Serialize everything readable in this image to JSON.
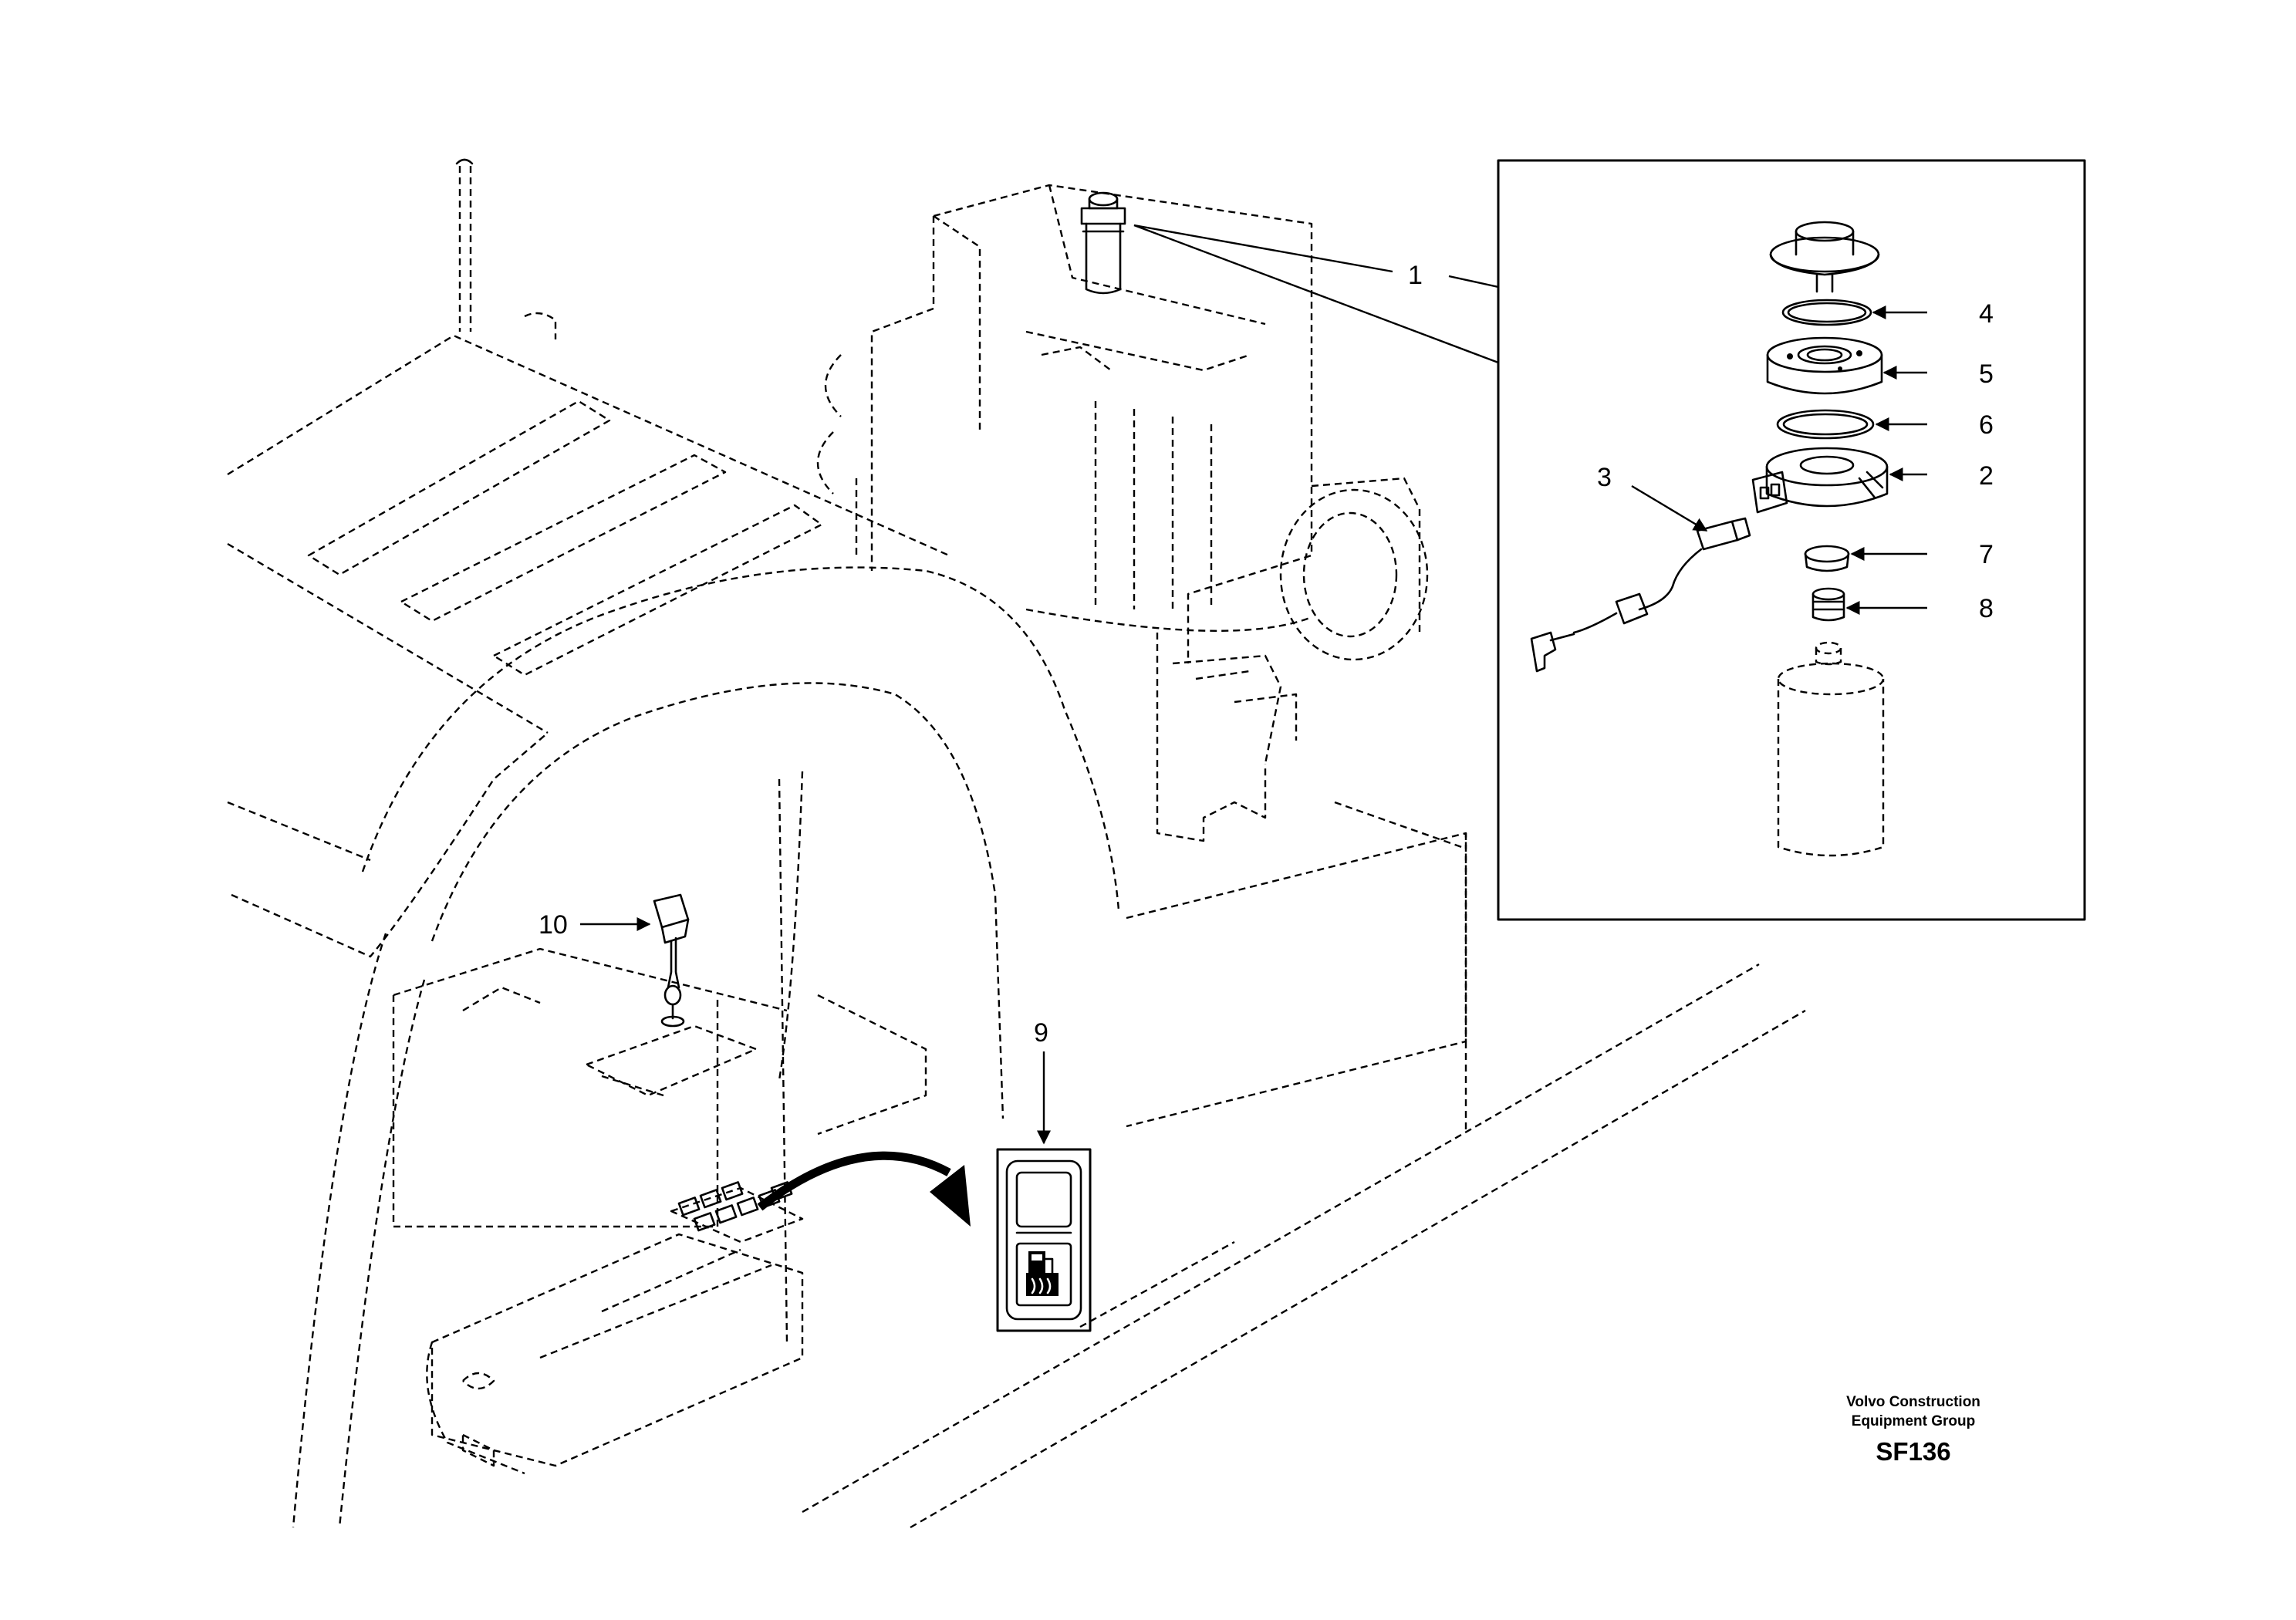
{
  "diagram": {
    "callouts": {
      "c1": "1",
      "c2": "2",
      "c3": "3",
      "c4": "4",
      "c5": "5",
      "c6": "6",
      "c7": "7",
      "c8": "8",
      "c9": "9",
      "c10": "10"
    },
    "footer": {
      "company_line1": "Volvo Construction",
      "company_line2": "Equipment Group",
      "drawing_code": "SF136"
    }
  }
}
